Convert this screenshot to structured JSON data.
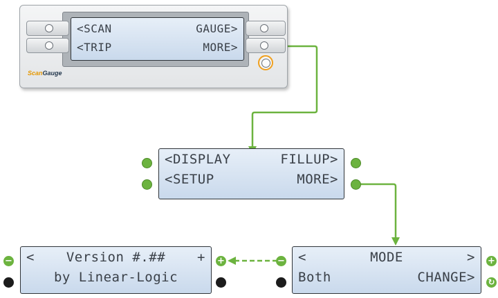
{
  "device": {
    "screen": {
      "line1_left": "<SCAN",
      "line1_right": "GAUGE>",
      "line2_left": "<TRIP",
      "line2_right": "MORE>"
    },
    "brand": {
      "part1": "Scan",
      "part2": "Gauge"
    }
  },
  "menu": {
    "line1_left": "<DISPLAY",
    "line1_right": "FILLUP>",
    "line2_left": "<SETUP",
    "line2_right": "MORE>"
  },
  "mode_screen": {
    "line1_left": "<",
    "line1_center": "MODE",
    "line1_right": ">",
    "line2_left": "Both",
    "line2_right": "CHANGE>"
  },
  "version_screen": {
    "line1_left": "<",
    "line1_center": "Version #.##",
    "line1_right": "+",
    "line2_text": "by Linear-Logic"
  },
  "colors": {
    "accent_green": "#6cb33f",
    "highlight_orange": "#f0a01e",
    "lcd_text": "#3a4048"
  },
  "icons": {
    "minus": "−",
    "plus": "+",
    "cycle": "↻"
  }
}
